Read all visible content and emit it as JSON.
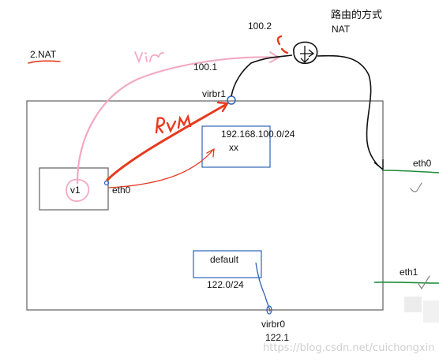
{
  "title_cn": "路由的方式",
  "title_en": "NAT",
  "tag": "2.NAT",
  "labels": {
    "ip_100_2": "100.2",
    "ip_100_1": "100.1",
    "virbr1": "virbr1",
    "subnet": "192.168.100.0/24",
    "xx": "xx",
    "v1": "v1",
    "eth0_vm": "eth0",
    "eth0_host": "eth0",
    "eth1_host": "eth1",
    "default": "default",
    "default_net": "122.0/24",
    "virbr0": "virbr0",
    "virbr0_ip": "122.1"
  },
  "handwriting": {
    "pink": "vir",
    "red": "RVM"
  },
  "watermark": "https://blog.csdn.net/cuichongxin",
  "colors": {
    "pink": "#f2a9c4",
    "red": "#e8391e",
    "blue": "#2f63b8",
    "green": "#1f8a3a",
    "box": "#606060"
  }
}
